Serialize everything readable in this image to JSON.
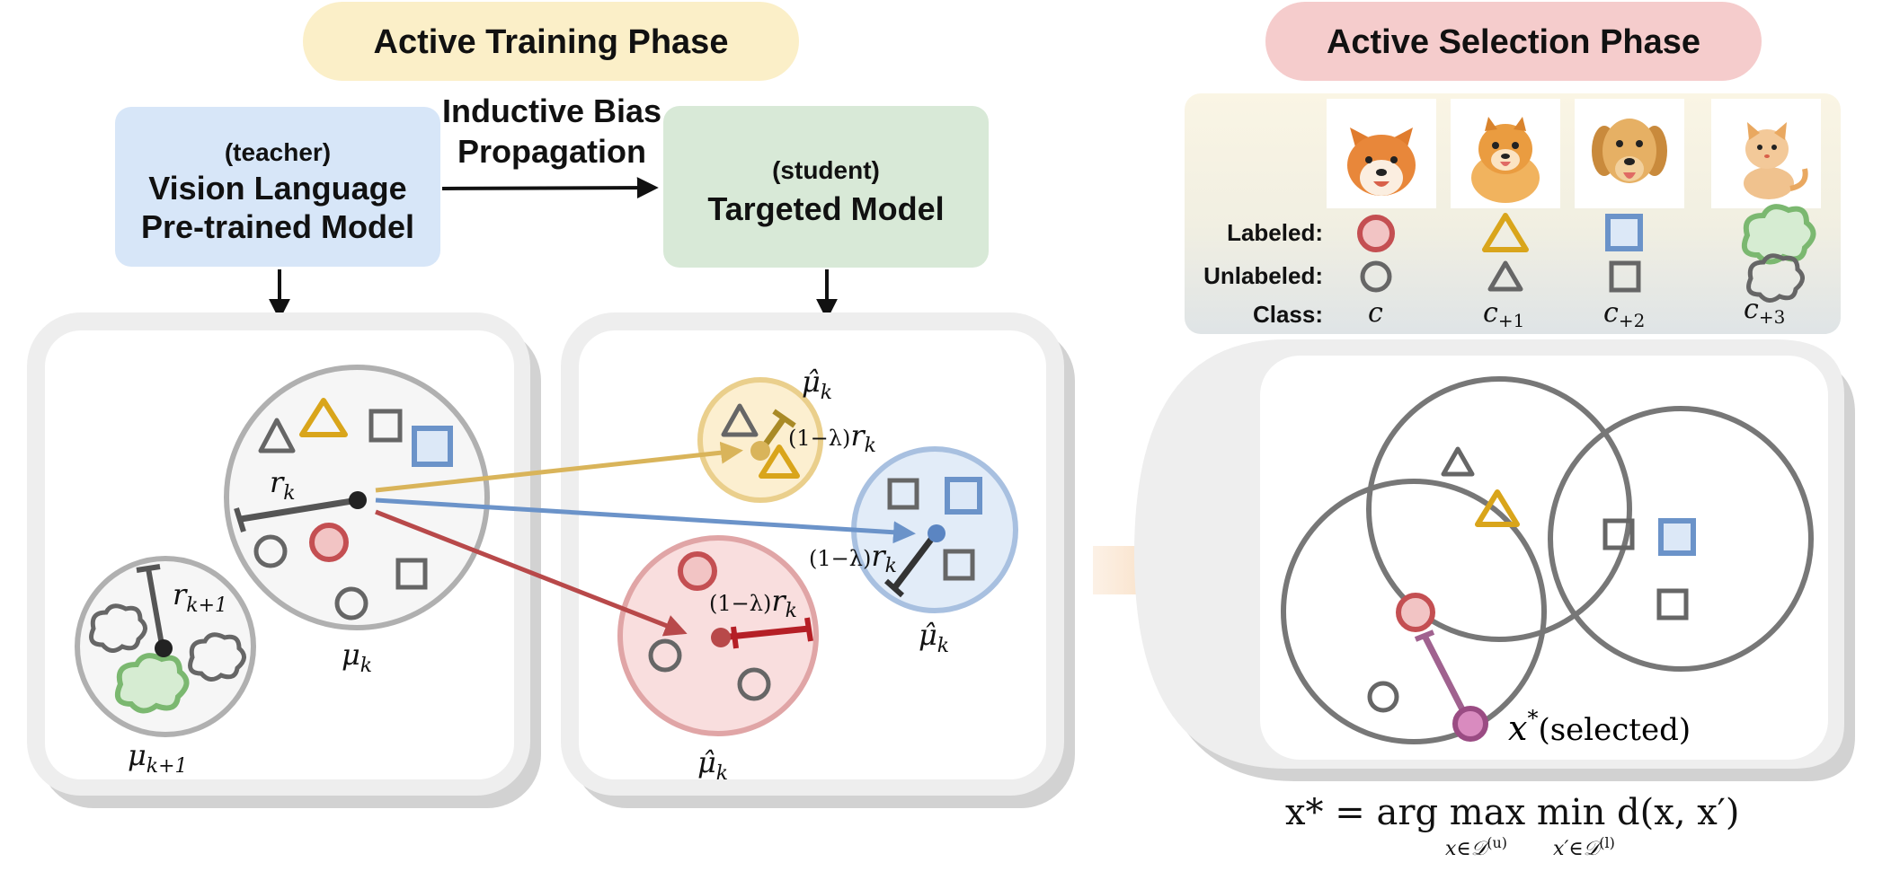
{
  "phases": {
    "training_title": "Active Training Phase",
    "selection_title": "Active Selection Phase"
  },
  "teacher": {
    "tag": "(teacher)",
    "line1": "Vision Language",
    "line2": "Pre-trained Model"
  },
  "student": {
    "tag": "(student)",
    "line1": "Targeted Model"
  },
  "propagation": {
    "line1": "Inductive Bias",
    "line2": "Propagation"
  },
  "legend": {
    "labeled": "Labeled:",
    "unlabeled": "Unlabeled:",
    "class": "Class:",
    "class_labels": [
      "c",
      "c",
      "c",
      "c"
    ],
    "class_subs": [
      "",
      "+1",
      "+2",
      "+3"
    ],
    "animals": [
      "shiba-inu",
      "pomeranian",
      "golden-retriever",
      "kitten"
    ]
  },
  "math": {
    "mu": "μ",
    "mu_hat": "μ̂",
    "sub_k": "k",
    "sub_k1": "k+1",
    "r": "r",
    "one_minus_lambda": "(1−λ)",
    "x_star": "x",
    "star": "*",
    "selected": "(selected)",
    "formula_lhs": "x* = arg max  min  d(x, x′)",
    "formula_sub_max": "x∈𝒟",
    "formula_sup_max": "(u)",
    "formula_sub_min": "x′∈𝒟",
    "formula_sup_min": "(l)"
  },
  "colors": {
    "training_pill": "#fbefc8",
    "selection_pill": "#f5cccc",
    "teacher_box": "#d7e6f8",
    "student_box": "#d8e9d7",
    "gray_cluster": "#b0b0b0",
    "yellow": "#d9a51b",
    "blue": "#6b93c9",
    "red": "#c44f52",
    "green": "#7bb870",
    "purple": "#a0628f",
    "arrow_orange": "#f6c089"
  }
}
